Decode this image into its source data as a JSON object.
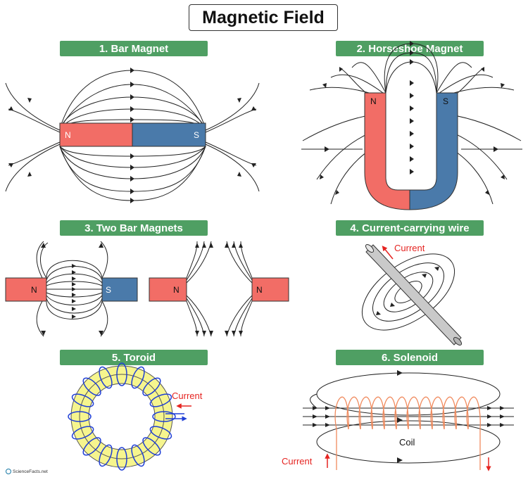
{
  "title": "Magnetic Field",
  "sections": [
    {
      "label": "1. Bar Magnet"
    },
    {
      "label": "2. Horseshoe Magnet"
    },
    {
      "label": "3. Two Bar Magnets"
    },
    {
      "label": "4. Current-carrying wire"
    },
    {
      "label": "5. Toroid"
    },
    {
      "label": "6. Solenoid"
    }
  ],
  "pole_labels": {
    "north": "N",
    "south": "S"
  },
  "annotations": {
    "current": "Current",
    "coil": "Coil"
  },
  "logo_text": "ScienceFacts.net",
  "colors": {
    "north": "#f26d66",
    "south": "#4a7aaa",
    "label_bg": "#4f9f63",
    "current_arrow": "#e52421",
    "toroid_fill": "#f6f58e",
    "toroid_winding": "#1f3fd6",
    "solenoid_coil": "#f08a5d",
    "field_line": "#222222"
  },
  "icons": [
    "arrowhead-icon",
    "sciencefacts-logo-icon"
  ]
}
